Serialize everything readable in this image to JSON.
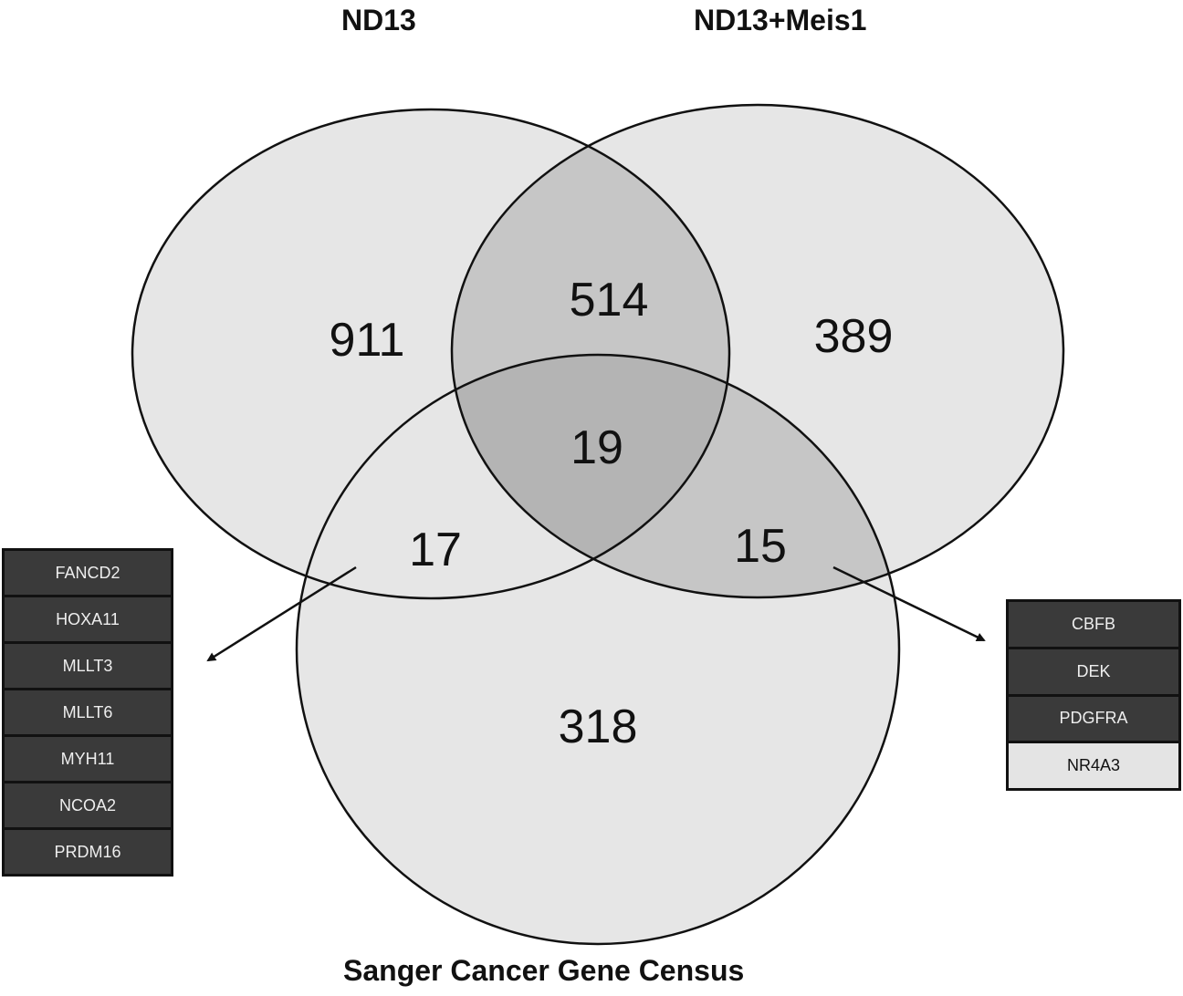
{
  "sets": {
    "left": {
      "label": "ND13"
    },
    "right": {
      "label": "ND13+Meis1"
    },
    "bottom": {
      "label": "Sanger Cancer Gene Census"
    }
  },
  "regions": {
    "left_only": "911",
    "right_only": "389",
    "bottom_only": "318",
    "left_right": "514",
    "all_three": "19",
    "left_bottom": "17",
    "right_bottom": "15"
  },
  "left_bottom_genes": [
    "FANCD2",
    "HOXA11",
    "MLLT3",
    "MLLT6",
    "MYH11",
    "NCOA2",
    "PRDM16"
  ],
  "right_bottom_genes": [
    {
      "name": "CBFB",
      "highlight": false
    },
    {
      "name": "DEK",
      "highlight": false
    },
    {
      "name": "PDGFRA",
      "highlight": false
    },
    {
      "name": "NR4A3",
      "highlight": true
    }
  ],
  "colors": {
    "base": "#e6e6e6",
    "overlap": "#c6c6c6",
    "center": "#b4b4b4",
    "box": "#3a3a3a"
  }
}
